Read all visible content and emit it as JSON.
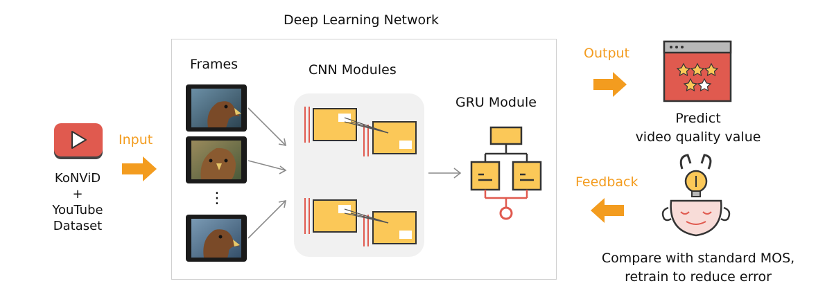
{
  "network": {
    "title": "Deep Learning Network"
  },
  "frames": {
    "title": "Frames",
    "dots": "⋮"
  },
  "cnn": {
    "title": "CNN Modules"
  },
  "gru": {
    "title": "GRU Module"
  },
  "source": {
    "line1": "KoNViD",
    "line2": "+",
    "line3": "YouTube",
    "line4": "Dataset",
    "icon": "youtube-play-icon"
  },
  "input": {
    "label": "Input"
  },
  "output": {
    "label": "Output",
    "predict_line1": "Predict",
    "predict_line2": "video quality value",
    "icon": "rating-window-icon"
  },
  "feedback": {
    "label": "Feedback",
    "compare_line1": "Compare with standard MOS,",
    "compare_line2": "retrain to reduce error",
    "icon": "thinking-head-bulb-icon"
  },
  "colors": {
    "accent": "#f39c1f",
    "red": "#e05a4f",
    "yellow": "#fbc858",
    "dark": "#3a3a3a",
    "panel": "#f1f1f1"
  }
}
